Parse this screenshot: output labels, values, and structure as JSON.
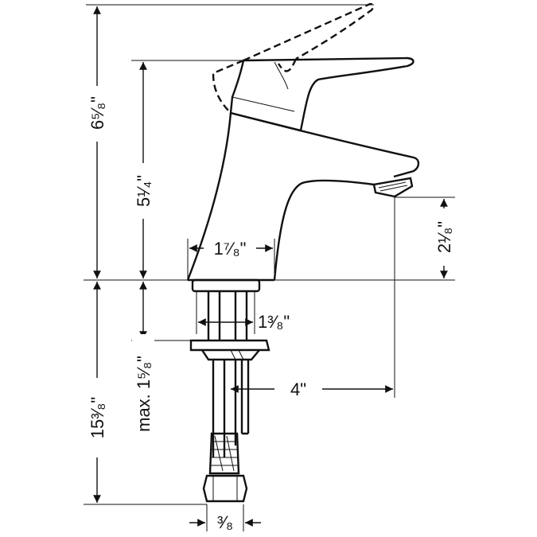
{
  "dimensions": {
    "overall_height": "6⁵⁄₈\"",
    "body_height": "5¹⁄₄\"",
    "spout_height": "2¹⁄₈\"",
    "base_width": "1⁷⁄₈\"",
    "shank_width": "1³⁄₈\"",
    "max_deck": "max. 1⁵⁄₈\"",
    "reach": "4\"",
    "hose_length": "15³⁄₈\"",
    "connector": "³⁄₈"
  },
  "colors": {
    "line": "#111111",
    "background": "#ffffff"
  }
}
